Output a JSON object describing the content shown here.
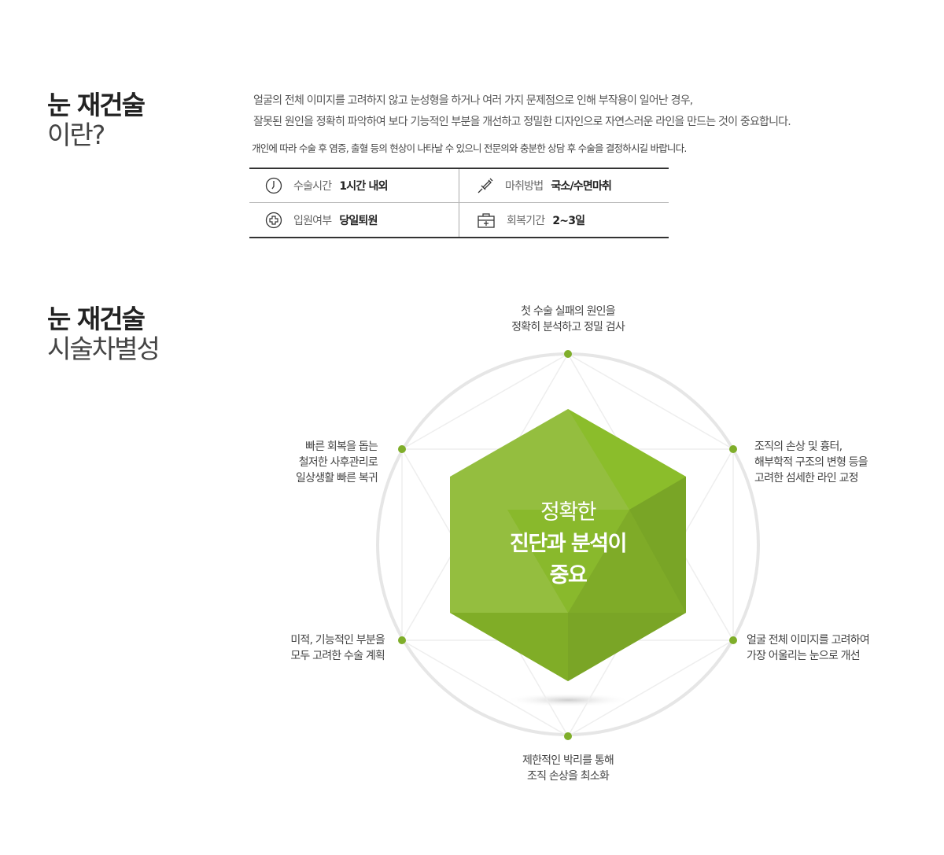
{
  "section1": {
    "title_bold": "눈 재건술",
    "title_light": "이란?",
    "desc_lines": [
      "얼굴의 전체 이미지를 고려하지 않고 눈성형을 하거나 여러 가지 문제점으로 인해 부작용이 일어난 경우,",
      "잘못된 원인을 정확히 파악하여 보다 기능적인 부분을 개선하고 정밀한 디자인으로 자연스러운 라인을 만드는 것이 중요합니다."
    ],
    "note": "개인에 따라 수술 후 염증, 출혈 등의 현상이 나타날 수 있으니 전문의와 충분한 상담 후 수술을 결정하시길 바랍니다.",
    "info": [
      {
        "icon": "clock-icon",
        "label": "수술시간",
        "value": "1시간 내외"
      },
      {
        "icon": "syringe-icon",
        "label": "마취방법",
        "value": "국소/수면마취"
      },
      {
        "icon": "medical-cross-icon",
        "label": "입원여부",
        "value": "당일퇴원"
      },
      {
        "icon": "first-aid-kit-icon",
        "label": "회복기간",
        "value": "2~3일"
      }
    ]
  },
  "section2": {
    "title_bold": "눈 재건술",
    "title_light": "시술차별성",
    "center": {
      "line1": "정확한",
      "line2": "진단과 분석이",
      "line3": "중요"
    },
    "points": [
      [
        "첫 수술 실패의 원인을",
        "정확히 분석하고 정밀 검사"
      ],
      [
        "조직의 손상 및 흉터,",
        "해부학적 구조의 변형 등을",
        "고려한 섬세한 라인 교정"
      ],
      [
        "얼굴 전체 이미지를 고려하여",
        "가장 어울리는 눈으로 개선"
      ],
      [
        "제한적인 박리를 통해",
        "조직 손상을 최소화"
      ],
      [
        "미적, 기능적인 부분을",
        "모두 고려한 수술 계획"
      ],
      [
        "빠른 회복을 돕는",
        "철저한 사후관리로",
        "일상생활 빠른 복귀"
      ]
    ],
    "accent": "#8bbd2b"
  }
}
